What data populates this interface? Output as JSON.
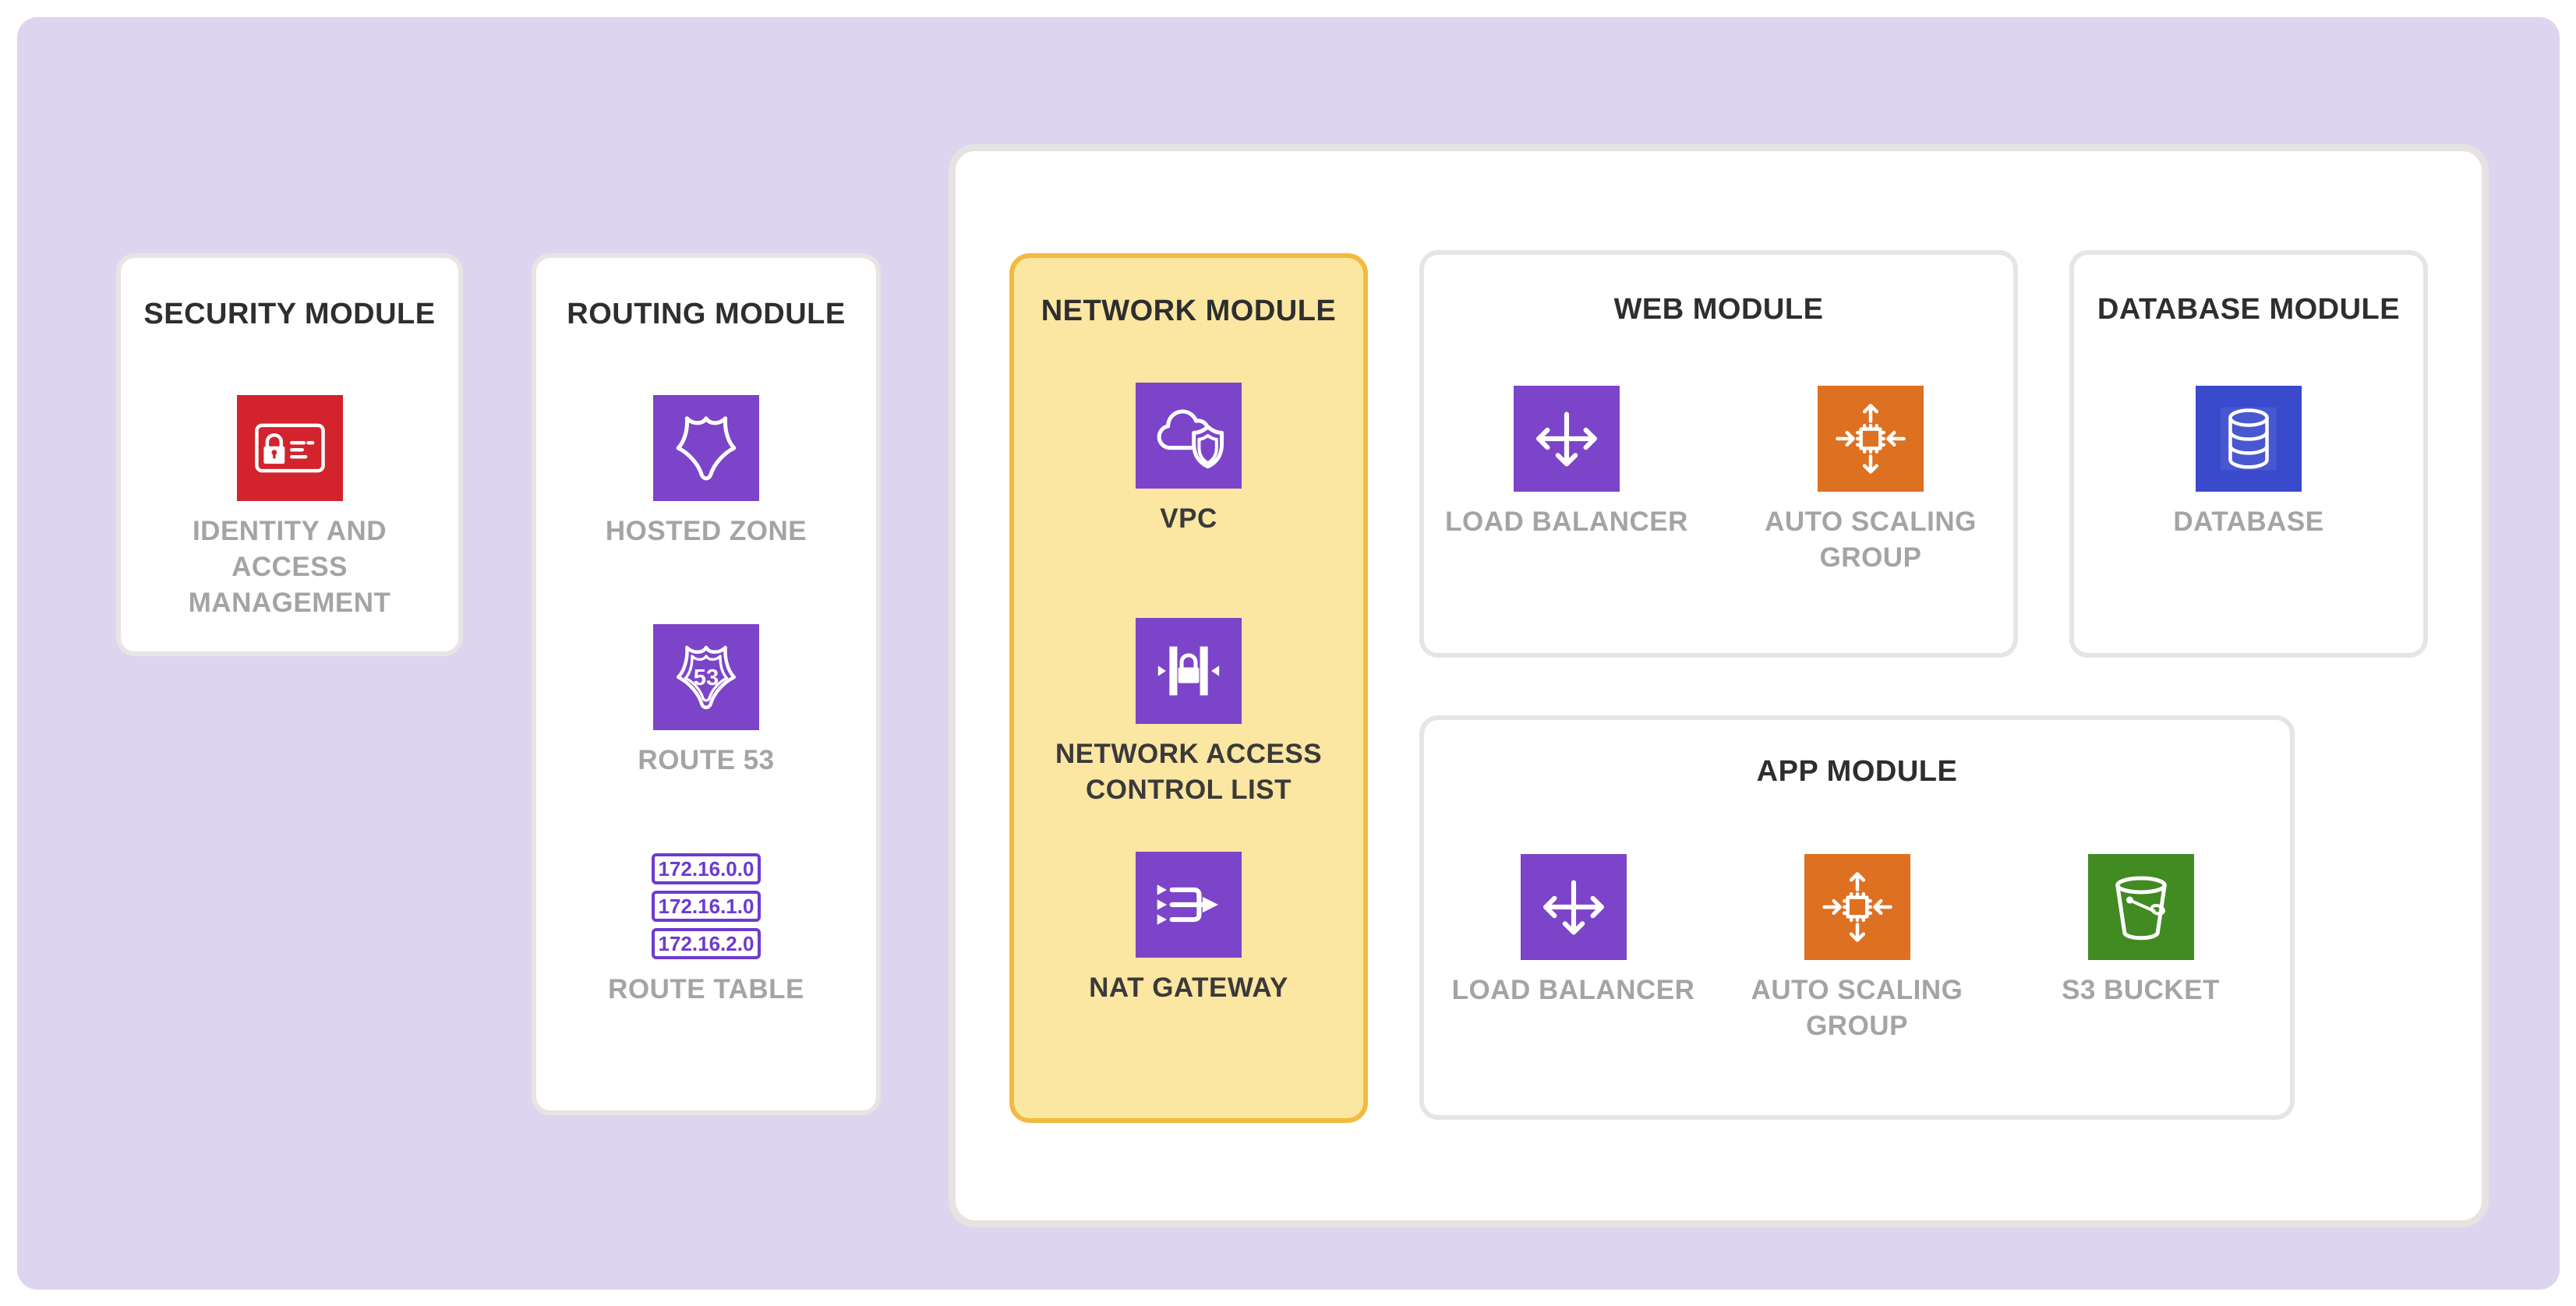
{
  "diagram": {
    "canvas_color": "#DDD5EF",
    "highlight": {
      "background": "#FBE6A2",
      "border": "#F2BA3E"
    },
    "colors": {
      "networking_purple": "#7C44C8",
      "security_red": "#D3232D",
      "compute_orange": "#DE7021",
      "storage_green": "#428A22",
      "database_blue": "#3A4ACD",
      "route_table_purple": "#6C3BD1",
      "label_gray": "#A4A4A4",
      "title_dark": "#2E2E2E"
    },
    "modules": {
      "security": {
        "title": "SECURITY MODULE",
        "items": [
          {
            "name": "identity-and-access-management",
            "label": "IDENTITY AND ACCESS MANAGEMENT",
            "icon": "iam-icon",
            "icon_color": "#D3232D"
          }
        ]
      },
      "routing": {
        "title": "ROUTING MODULE",
        "items": [
          {
            "name": "hosted-zone",
            "label": "HOSTED ZONE",
            "icon": "hosted-zone-icon",
            "icon_color": "#7C44C8"
          },
          {
            "name": "route-53",
            "label": "ROUTE 53",
            "icon": "route-53-icon",
            "icon_color": "#7C44C8",
            "badge_text": "53"
          }
        ],
        "route_table": {
          "label": "ROUTE TABLE",
          "ips": [
            "172.16.0.0",
            "172.16.1.0",
            "172.16.2.0"
          ],
          "accent": "#6C3BD1"
        }
      },
      "network": {
        "title": "NETWORK MODULE",
        "highlighted": true,
        "items": [
          {
            "name": "vpc",
            "label": "VPC",
            "icon": "vpc-icon",
            "icon_color": "#7C44C8"
          },
          {
            "name": "network-access-control-list",
            "label": "NETWORK ACCESS CONTROL LIST",
            "icon": "network-acl-icon",
            "icon_color": "#7C44C8"
          },
          {
            "name": "nat-gateway",
            "label": "NAT GATEWAY",
            "icon": "nat-gateway-icon",
            "icon_color": "#7C44C8"
          }
        ]
      },
      "web": {
        "title": "WEB MODULE",
        "items": [
          {
            "name": "load-balancer",
            "label": "LOAD BALANCER",
            "icon": "load-balancer-icon",
            "icon_color": "#7C44C8"
          },
          {
            "name": "auto-scaling-group",
            "label": "AUTO SCALING GROUP",
            "icon": "auto-scaling-group-icon",
            "icon_color": "#DE7021"
          }
        ]
      },
      "database": {
        "title": "DATABASE MODULE",
        "items": [
          {
            "name": "database",
            "label": "DATABASE",
            "icon": "database-icon",
            "icon_color": "#3A4ACD"
          }
        ]
      },
      "app": {
        "title": "APP MODULE",
        "items": [
          {
            "name": "load-balancer",
            "label": "LOAD BALANCER",
            "icon": "load-balancer-icon",
            "icon_color": "#7C44C8"
          },
          {
            "name": "auto-scaling-group",
            "label": "AUTO SCALING GROUP",
            "icon": "auto-scaling-group-icon",
            "icon_color": "#DE7021"
          },
          {
            "name": "s3-bucket",
            "label": "S3 BUCKET",
            "icon": "s3-bucket-icon",
            "icon_color": "#428A22"
          }
        ]
      }
    }
  }
}
